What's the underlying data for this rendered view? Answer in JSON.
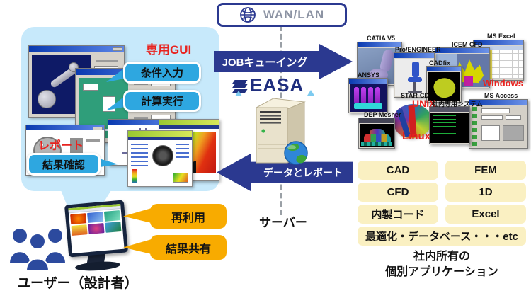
{
  "wan": {
    "label": "WAN/LAN"
  },
  "flows": {
    "to_server": "JOBキューイング",
    "to_user": "データとレポート"
  },
  "logo": {
    "text": "EASA"
  },
  "server": {
    "label": "サーバー"
  },
  "gui_panel": {
    "title": "専用GUI",
    "callout_input": "条件入力",
    "callout_run": "計算実行",
    "report_title": "レポート",
    "callout_check": "結果確認"
  },
  "user_area": {
    "label": "ユーザー（設計者）",
    "callout_reuse": "再利用",
    "callout_share": "結果共有"
  },
  "apps": {
    "catia": "CATIA V5",
    "proe": "Pro/ENGINEER",
    "icem": "ICEM CFD",
    "msexcel": "MS Excel",
    "ansys": "ANSYS",
    "cadfix": "CADfix",
    "starcd": "STAR-CD",
    "inhouse": "社内専用システム",
    "msaccess": "MS Access",
    "dep": "DEP Mesher",
    "os_windows": "Windows",
    "os_unix": "UNIX",
    "os_linux": "Linux"
  },
  "categories": {
    "cad": "CAD",
    "fem": "FEM",
    "cfd": "CFD",
    "oned": "1D",
    "inhouse_code": "内製コード",
    "excel": "Excel",
    "footer": "最適化・データベース・・・etc"
  },
  "caption": {
    "line1": "社内所有の",
    "line2": "個別アプリケーション"
  },
  "colors": {
    "arrow_navy": "#2b3990",
    "panel_blue": "#c7e9fb",
    "callout_blue": "#2ea7e0",
    "accent_orange": "#f8ab00",
    "box_cream": "#faf0c2",
    "alert_red": "#e8231f",
    "logo_navy": "#1f2e7e",
    "logo_lightblue": "#7ecbf0"
  }
}
